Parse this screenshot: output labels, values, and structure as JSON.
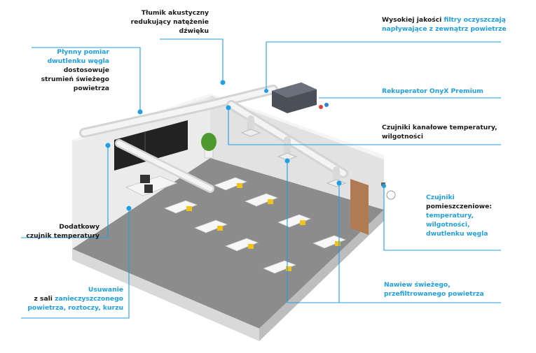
{
  "colors": {
    "accent": "#1e9fe6",
    "text": "#1a1a1a",
    "wall": "#e9e9e9",
    "floor": "#8c8c8c",
    "chair": "#f2c21a",
    "door": "#b07a53"
  },
  "labels": {
    "silencer": {
      "l1": "Tłumik akustyczny",
      "l2": "redukujący natężenie",
      "l3": "dźwięku"
    },
    "co2": {
      "b1": "Płynny pomiar",
      "b2": "dwutlenku węgla",
      "l3": "dostosowuje",
      "l4": "strumień świeżego",
      "l5": "powietrza"
    },
    "filters": {
      "a1": "Wysokiej jakości ",
      "a2": "filtry oczyszczają",
      "b1": "napływające z zewnątrz powietrze"
    },
    "recuperator": {
      "text": "Rekuperator OnyX Premium"
    },
    "duct_sensors": {
      "l1": "Czujniki kanałowe temperatury,",
      "l2": "wilgotności"
    },
    "room_sensors": {
      "b1": "Czujniki",
      "l2": "pomieszczeniowe:",
      "b3": "temperatury,",
      "b4": "wilgotności,",
      "b5": "dwutlenku węgla"
    },
    "extra_sensor": {
      "l1": "Dodatkowy",
      "l2": "czujnik temperatury"
    },
    "fresh_air": {
      "b1": "Nawiew świeżego,",
      "b2": "przefiltrowanego powietrza"
    },
    "removal": {
      "b1": "Usuwanie",
      "a2": "z sali ",
      "b2": "zanieczyszczonego",
      "b3": "powietrza, roztoczy, kurzu"
    }
  }
}
